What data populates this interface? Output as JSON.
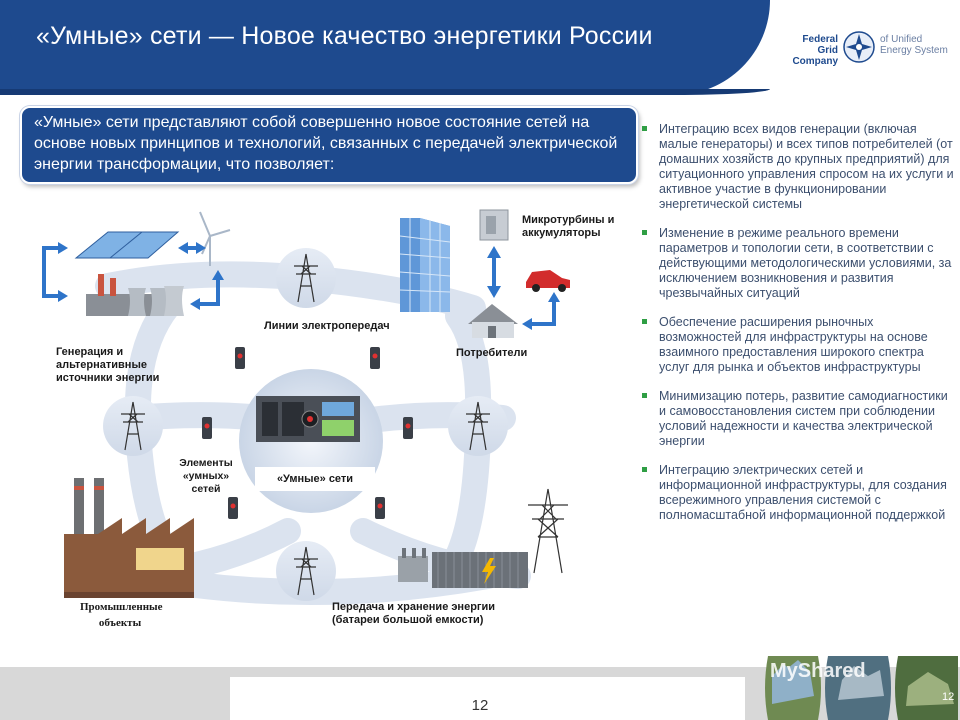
{
  "header": {
    "title": "«Умные» сети — Новое качество энергетики России",
    "logo_left": [
      "Federal",
      "Grid Company"
    ],
    "logo_right": [
      "of Unified",
      "Energy System"
    ]
  },
  "callout": {
    "text": "«Умные» сети представляют собой совершенно новое состояние сетей на основе новых принципов и технологий, связанных с передачей электрической энергии трансформации, что позволяет:"
  },
  "bullets": [
    "Интеграцию всех видов генерации (включая малые генераторы) и всех типов потребителей (от домашних хозяйств до крупных предприятий) для ситуационного управления спросом на их услуги и активное участие в функционировании энергетической системы",
    "Изменение в режиме реального времени параметров и топологии сети, в соответствии с действующими методологическими условиями, за исключением возникновения и развития чрезвычайных ситуаций",
    "Обеспечение расширения рыночных возможностей для инфраструктуры на основе взаимного предоставления широкого спектра услуг для рынка и объектов инфраструктуры",
    "Минимизацию потерь, развитие самодиагностики и самовосстановления систем при соблюдении условий надежности и качества  электрической энергии",
    "Интеграцию электрических сетей и информационной инфраструктуры, для создания всережимного управления системой с полномасштабной информационной поддержкой"
  ],
  "diagram": {
    "microturbines": "Микротурбины и аккумуляторы",
    "power_lines": "Линии электропередач",
    "consumers": "Потребители",
    "generation": "Генерация и альтернативные источники энергии",
    "smart_elements": "Элементы «умных» сетей",
    "smart_grids": "«Умные» сети",
    "industrial": "Промышленные объекты",
    "transmission": "Передача и хранение энергии (батареи большой емкости)"
  },
  "footer": {
    "page_number": "12",
    "thumb_number": "12",
    "watermark": "MyShared"
  },
  "colors": {
    "brand_blue": "#1e4a8e",
    "bullet_green": "#2f9e44",
    "bullet_text": "#3c4f6e",
    "arrow_blue": "#2e74c9"
  }
}
